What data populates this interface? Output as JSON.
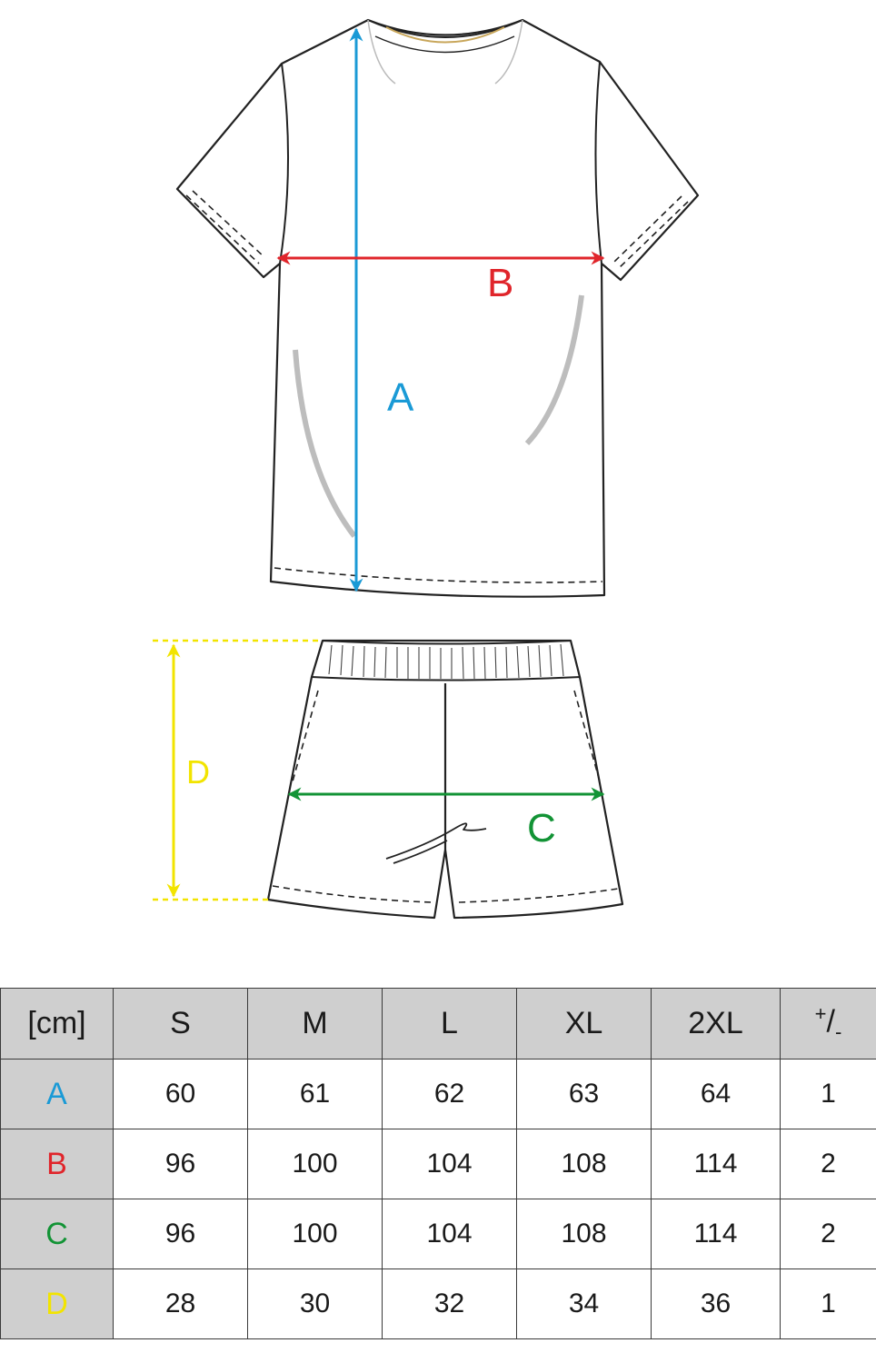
{
  "labels": {
    "A": {
      "text": "A",
      "color": "#1a9ad6"
    },
    "B": {
      "text": "B",
      "color": "#e0252b"
    },
    "C": {
      "text": "C",
      "color": "#129335"
    },
    "D": {
      "text": "D",
      "color": "#f2e400"
    }
  },
  "table": {
    "corner": "[cm]",
    "sizes": [
      "S",
      "M",
      "L",
      "XL",
      "2XL"
    ],
    "tolerance_header": {
      "sup": "+",
      "slash": "/",
      "sub": "-"
    },
    "rows": [
      {
        "key": "A",
        "label": "A",
        "color": "#1a9ad6",
        "values": [
          "60",
          "61",
          "62",
          "63",
          "64"
        ],
        "tolerance": "1"
      },
      {
        "key": "B",
        "label": "B",
        "color": "#e0252b",
        "values": [
          "96",
          "100",
          "104",
          "108",
          "114"
        ],
        "tolerance": "2"
      },
      {
        "key": "C",
        "label": "C",
        "color": "#129335",
        "values": [
          "96",
          "100",
          "104",
          "108",
          "114"
        ],
        "tolerance": "2"
      },
      {
        "key": "D",
        "label": "D",
        "color": "#f2e400",
        "values": [
          "28",
          "30",
          "32",
          "34",
          "36"
        ],
        "tolerance": "1"
      }
    ]
  }
}
